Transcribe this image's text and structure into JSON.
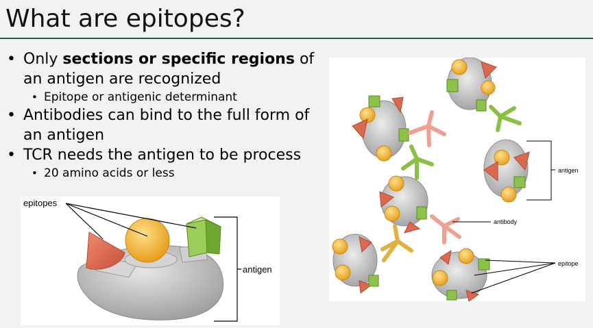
{
  "slide": {
    "title": "What are epitopes?"
  },
  "bullets": {
    "item1_pre": "Only ",
    "item1_bold": "sections or specific regions",
    "item1_post": " of an antigen are recognized",
    "item1_sub": "Epitope or antigenic determinant",
    "item2": "Antibodies can bind to the full form of an antigen",
    "item3": "TCR needs the antigen to be process",
    "item3_sub": "20 amino acids or less"
  },
  "diagram_left": {
    "label_epitopes": "epitopes",
    "label_antigen": "antigen"
  },
  "diagram_right": {
    "label_antigen": "antigen",
    "label_antibody": "antibody",
    "label_epitope": "epitope"
  },
  "colors": {
    "title_rule": "#1f5f3a",
    "cell_gray": "#bdbdbd",
    "cone": "#d96a50",
    "sphere": "#f0b030",
    "cube": "#7dbb3a",
    "antibody_salmon": "#f0a090",
    "antibody_green": "#8cbf45",
    "antibody_gold": "#e0b040"
  }
}
